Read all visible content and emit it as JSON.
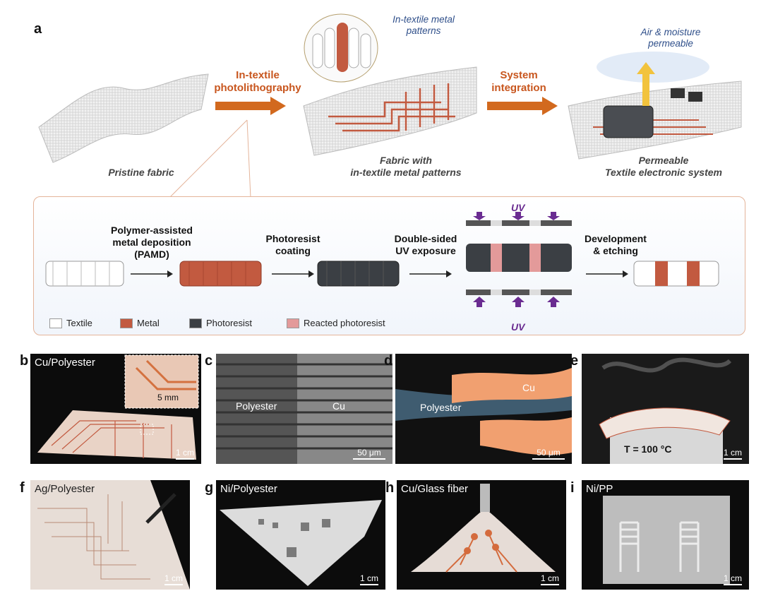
{
  "panel_letters": {
    "a": "a",
    "b": "b",
    "c": "c",
    "d": "d",
    "e": "e",
    "f": "f",
    "g": "g",
    "h": "h",
    "i": "i"
  },
  "top_row": {
    "pristine": "Pristine fabric",
    "arrow1": "In-textile\nphotolithography",
    "inset_label": "In-textile metal\npatterns",
    "patterned": "Fabric with\nin-textile metal patterns",
    "arrow2": "System\nintegration",
    "air_label": "Air & moisture\npermeable",
    "system": "Permeable\nTextile electronic system"
  },
  "process": {
    "step1": "Polymer-assisted\nmetal deposition\n(PAMD)",
    "step2": "Photoresist\ncoating",
    "step3": "Double-sided\nUV exposure",
    "step4": "Development\n& etching",
    "uv": "UV"
  },
  "legend": [
    {
      "label": "Textile",
      "color": "#ffffff"
    },
    {
      "label": "Metal",
      "color": "#c25a40"
    },
    {
      "label": "Photoresist",
      "color": "#3b3f44"
    },
    {
      "label": "Reacted photoresist",
      "color": "#e39a9a"
    }
  ],
  "photos": {
    "b": {
      "label": "Cu/Polyester",
      "inset_scale": "5 mm",
      "scale": "1 cm"
    },
    "c": {
      "left": "Polyester",
      "right": "Cu",
      "scale": "50 μm"
    },
    "d": {
      "left": "Polyester",
      "right": "Cu",
      "scale": "50 μm"
    },
    "e": {
      "temp": "T = 100 °C",
      "scale": "1 cm"
    },
    "f": {
      "label": "Ag/Polyester",
      "scale": "1 cm"
    },
    "g": {
      "label": "Ni/Polyester",
      "scale": "1 cm"
    },
    "h": {
      "label": "Cu/Glass fiber",
      "scale": "1 cm"
    },
    "i": {
      "label": "Ni/PP",
      "scale": "1 cm"
    }
  },
  "colors": {
    "metal": "#c25a40",
    "arrow": "#d2691e",
    "photoresist": "#3b3f44",
    "reacted": "#e39a9a",
    "uv": "#6a2c91"
  }
}
